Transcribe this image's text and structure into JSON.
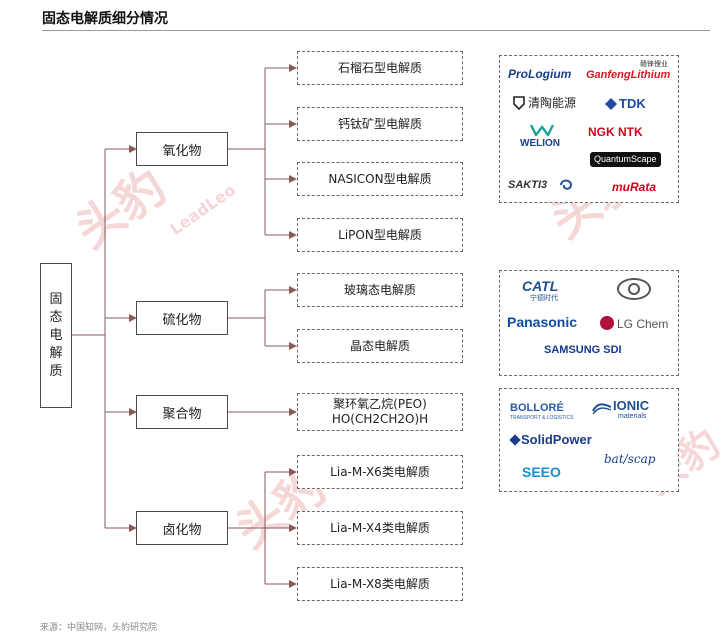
{
  "title": "固态电解质细分情况",
  "root": "固态电解质",
  "categories": [
    "氧化物",
    "硫化物",
    "聚合物",
    "卤化物"
  ],
  "oxide_types": [
    "石榴石型电解质",
    "钙钛矿型电解质",
    "NASICON型电解质",
    "LiPON型电解质"
  ],
  "sulfide_types": [
    "玻璃态电解质",
    "晶态电解质"
  ],
  "polymer_types": [
    "聚环氧乙烷(PEO)",
    "HO(CH2CH2O)H"
  ],
  "halide_types": [
    "Lia-M-X6类电解质",
    "Lia-M-X4类电解质",
    "Lia-M-X8类电解质"
  ],
  "logos_oxide": {
    "prologium": "ProLogium",
    "ganfeng": "GanfengLithium",
    "ganfeng_cn": "赣锋锂业",
    "qingtao": "清陶能源",
    "tdk": "TDK",
    "welion": "WELION",
    "ngk": "NGK NTK",
    "quantumscape": "QuantumScape",
    "sakti3": "SAKTI3",
    "murata": "muRata"
  },
  "logos_sulfide": {
    "catl": "CATL",
    "catl_cn": "宁德时代",
    "panasonic": "Panasonic",
    "lgchem": "LG Chem",
    "samsung": "SAMSUNG SDI"
  },
  "logos_polymer": {
    "bollore": "BOLLORÉ",
    "bollore_sub": "TRANSPORT & LOGISTICS",
    "ionic": "IONIC",
    "ionic_sub": "materials",
    "solidpower": "SolidPower",
    "batscap": "bat/scap",
    "seeo": "SEEO"
  },
  "watermark": "头豹",
  "watermark_en": "LeadLeo",
  "source": "来源：中国知网，头豹研究院",
  "colors": {
    "connector": "#8a5a5a",
    "border": "#4a4a4a",
    "watermark": "#f6d7d7",
    "ganfeng_red": "#d71920",
    "tdk_blue": "#1b4aa0",
    "ngk_red": "#d0021b",
    "welion_teal": "#1aa39a",
    "catl_blue": "#1d4f91",
    "panasonic_blue": "#0b4ea2",
    "lg_red": "#b0103c",
    "samsung_blue": "#123a8c",
    "solidpower_blue": "#1a3a8a",
    "seeo_blue": "#1b8fd0",
    "bollore_blue": "#2a5aa8",
    "ionic_blue": "#1d4f91",
    "murata_red": "#d0021b",
    "prologium_blue": "#1a3f8f"
  },
  "icons": [
    "shield-arrow-icon",
    "tdk-diamond-icon",
    "welion-w-icon",
    "sakti3-swirl-icon",
    "toyota-ellipse-icon",
    "lg-face-icon",
    "ionic-wave-icon",
    "solidpower-grid-icon"
  ]
}
